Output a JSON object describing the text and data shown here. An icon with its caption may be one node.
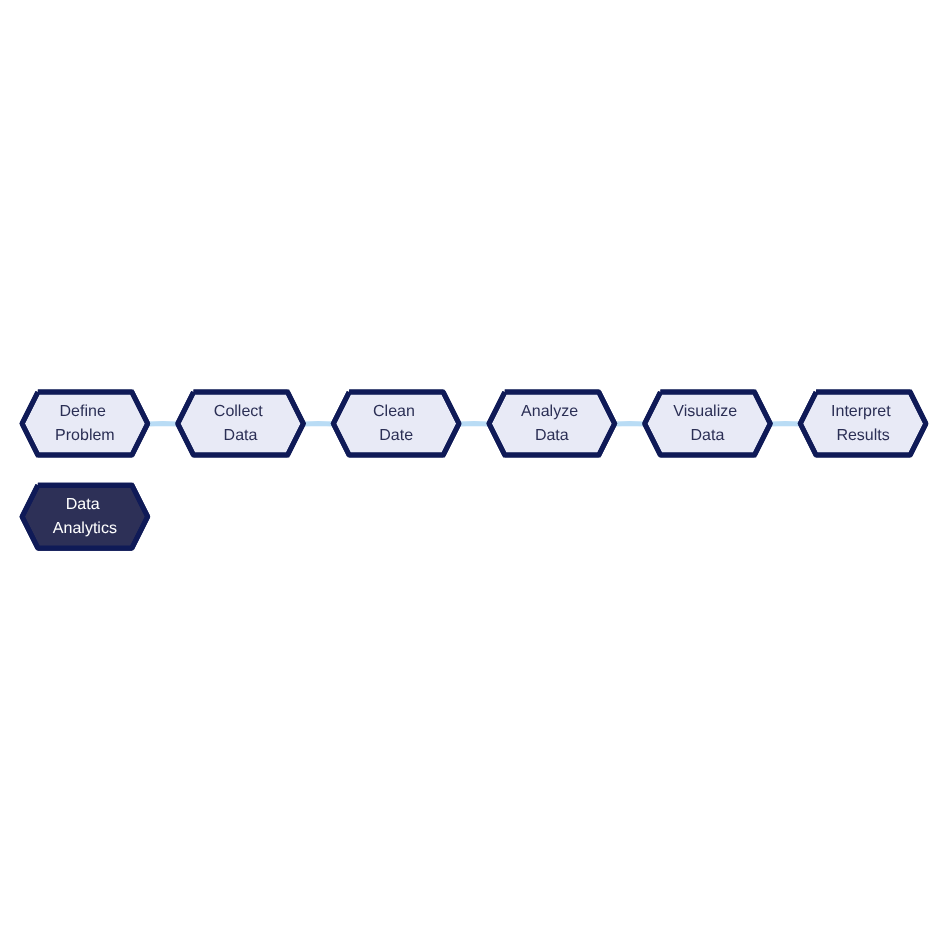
{
  "diagram": {
    "nodes": [
      {
        "text": [
          "Define Problem"
        ]
      },
      {
        "text": [
          "Collect Data"
        ]
      },
      {
        "text": [
          "Clean Date"
        ]
      },
      {
        "text": [
          "Analyze Data"
        ]
      },
      {
        "text": [
          "Visualize Data"
        ]
      },
      {
        "text": [
          "Interpret Results"
        ]
      },
      {
        "text": [
          "Data Analytics"
        ]
      }
    ],
    "edges": [
      {
        "from": 0,
        "to": 1,
        "arrow": "none"
      },
      {
        "from": 1,
        "to": 2,
        "arrow": "none"
      },
      {
        "from": 2,
        "to": 3,
        "arrow": "none"
      },
      {
        "from": 3,
        "to": 4,
        "arrow": "none"
      },
      {
        "from": 4,
        "to": 5,
        "arrow": "none"
      }
    ]
  }
}
